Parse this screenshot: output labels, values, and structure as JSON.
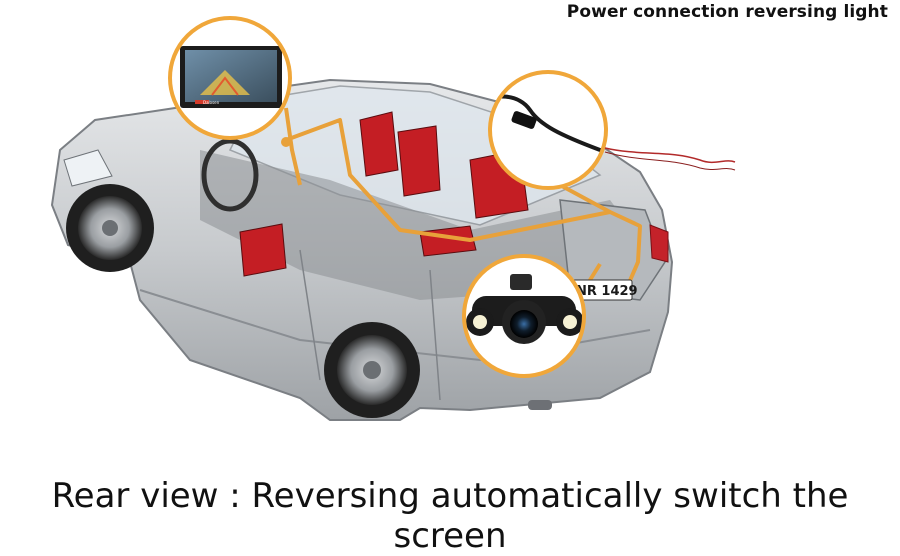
{
  "header": {
    "caption": "Power connection reversing light"
  },
  "monitor": {
    "brand": "Dalosen"
  },
  "car": {
    "plate_fragment": "NR 1429"
  },
  "footer": {
    "caption": "Rear view : Reversing automatically switch the screen"
  },
  "colors": {
    "wire": "#e8a13a",
    "circle_border": "#f0a73a",
    "seat_red": "#c41e24",
    "body_silver": "#c9ccd1",
    "text": "#111111"
  }
}
